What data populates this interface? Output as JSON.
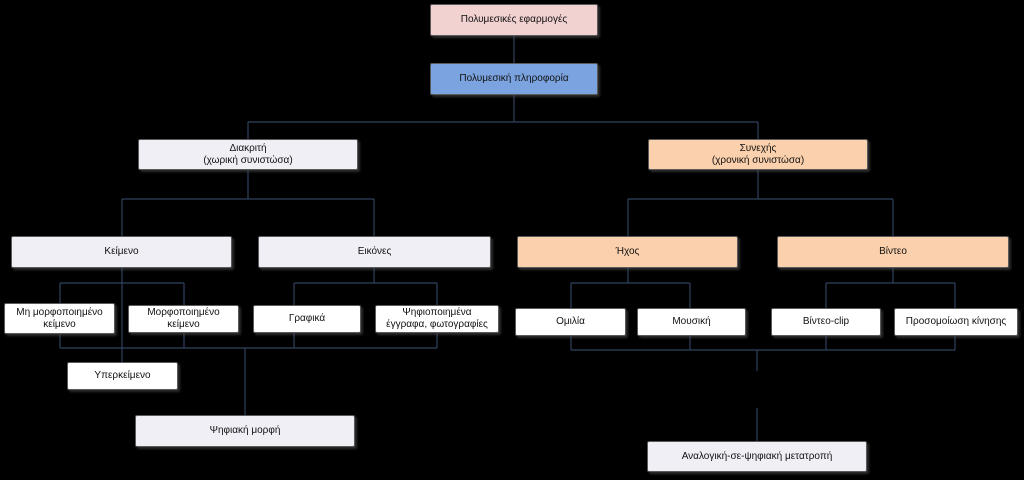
{
  "nodes": {
    "apps": "Πολυμεσικές εφαρμογές",
    "info": "Πολυμεσική πληροφορία",
    "discrete": "Διακριτή\n(χωρική συνιστώσα)",
    "continuous": "Συνεχής\n(χρονική συνιστώσα)",
    "text": "Κείμενο",
    "images": "Εικόνες",
    "sound": "Ήχος",
    "video": "Βίντεο",
    "unformatted": "Μη μορφοποιημένο\nκείμενο",
    "formatted": "Μορφοποιημένο\nκείμενο",
    "graphics": "Γραφικά",
    "scanned": "Ψηφιοποιημένα\nέγγραφα, φωτογραφίες",
    "speech": "Ομιλία",
    "music": "Μουσική",
    "videoclip": "Βίντεο-clip",
    "animation": "Προσομοίωση κίνησης",
    "hypertext": "Υπερκείμενο",
    "digital": "Ψηφιακή μορφή",
    "adc": "Αναλογική-σε-ψηφιακή μετατροπή"
  },
  "colors": {
    "pink": "#f2d1d1",
    "blue": "#7aa3e0",
    "grey": "#f1eff6",
    "orange": "#fbd0ac",
    "white": "#ffffff",
    "connector": "#2f4460"
  }
}
